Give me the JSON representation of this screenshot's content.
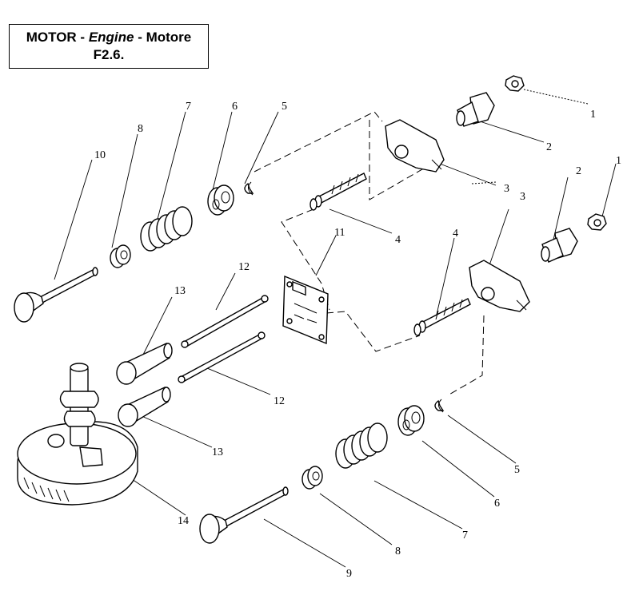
{
  "title": {
    "part_a": "MOTOR - ",
    "part_b": "Engine",
    "part_c": " - Motore",
    "line2": "F2.6."
  },
  "callouts": [
    "1",
    "2",
    "3",
    "3",
    "2",
    "1",
    "4",
    "4",
    "5",
    "6",
    "7",
    "8",
    "10",
    "11",
    "12",
    "12",
    "13",
    "13",
    "14",
    "5",
    "6",
    "7",
    "8",
    "9"
  ],
  "colors": {
    "ink": "#000000",
    "paper": "#ffffff"
  }
}
